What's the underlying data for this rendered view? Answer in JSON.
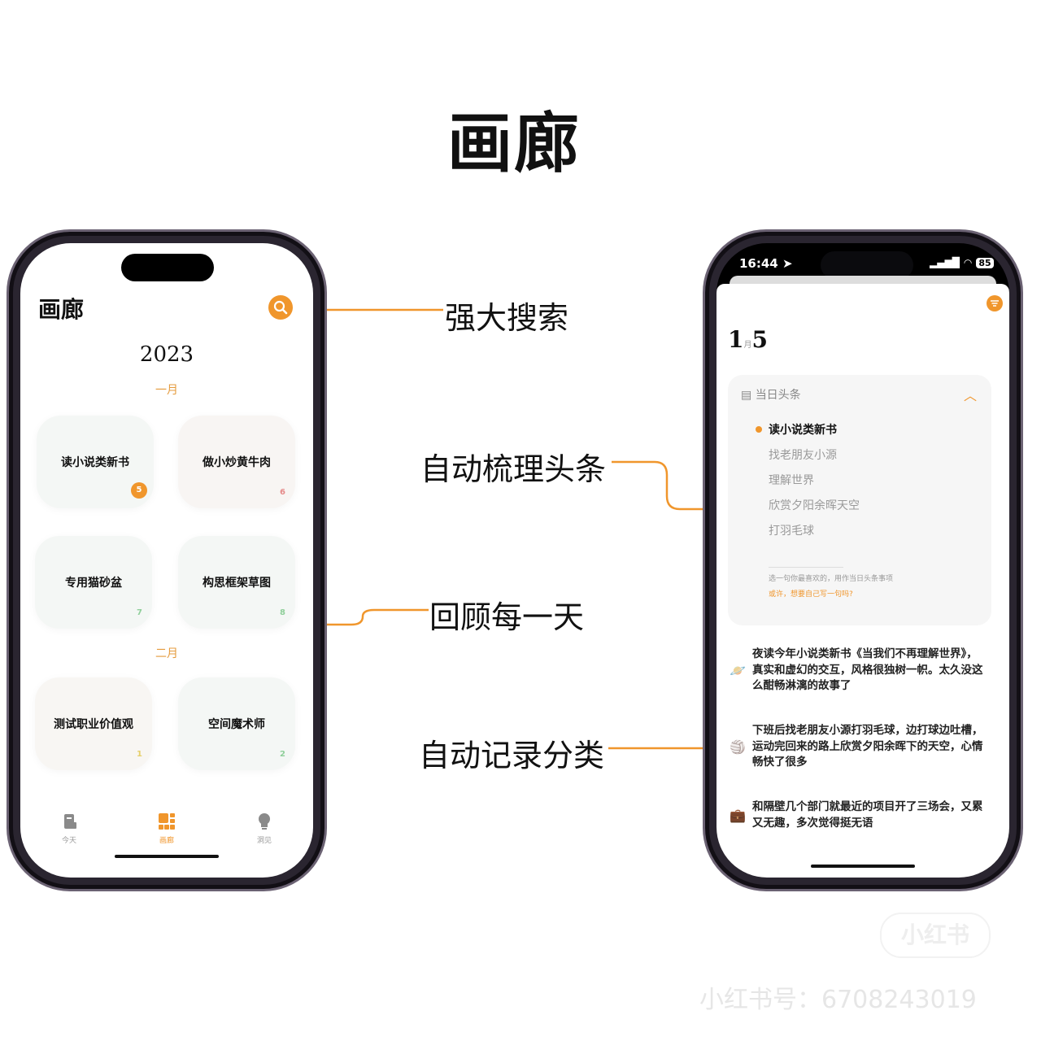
{
  "page_title": "画廊",
  "callouts": [
    "强大搜索",
    "自动梳理头条",
    "回顾每一天",
    "自动记录分类"
  ],
  "accent_color": "#f0962c",
  "left_phone": {
    "header_title": "画廊",
    "search_icon": "search-icon",
    "year": "2023",
    "months": [
      {
        "label": "一月",
        "cards": [
          {
            "title": "读小说类新书",
            "day": "5",
            "highlight": true,
            "day_color": "#ffffff"
          },
          {
            "title": "做小炒黄牛肉",
            "day": "6",
            "day_color": "#e58a8a"
          },
          {
            "title": "专用猫砂盆",
            "day": "7",
            "day_color": "#8fcf9a"
          },
          {
            "title": "构思框架草图",
            "day": "8",
            "day_color": "#8fcf9a"
          }
        ]
      },
      {
        "label": "二月",
        "cards": [
          {
            "title": "测试职业价值观",
            "day": "1",
            "day_color": "#e6cf6a"
          },
          {
            "title": "空间魔术师",
            "day": "2",
            "day_color": "#8fcf9a"
          }
        ]
      }
    ],
    "tabs": [
      {
        "label": "今天",
        "icon": "scroll-icon"
      },
      {
        "label": "画廊",
        "icon": "gallery-icon",
        "active": true
      },
      {
        "label": "洞见",
        "icon": "lightbulb-icon"
      }
    ]
  },
  "right_phone": {
    "status": {
      "time": "16:44",
      "battery": "85"
    },
    "date": {
      "month": "1",
      "month_unit": "月",
      "day": "5"
    },
    "headline_panel": {
      "title": "当日头条",
      "items": [
        "读小说类新书",
        "找老朋友小源",
        "理解世界",
        "欣赏夕阳余晖天空",
        "打羽毛球"
      ],
      "hint": "选一句你最喜欢的，用作当日头条事项",
      "write_own": "或许，想要自己写一句吗?"
    },
    "entries": [
      {
        "icon": "🪐",
        "text": "夜读今年小说类新书《当我们不再理解世界》，真实和虚幻的交互，风格很独树一帜。太久没这么酣畅淋漓的故事了"
      },
      {
        "icon": "🏐",
        "text": "下班后找老朋友小源打羽毛球，边打球边吐槽，运动完回来的路上欣赏夕阳余晖下的天空，心情畅快了很多"
      },
      {
        "icon": "💼",
        "text": "和隔壁几个部门就最近的项目开了三场会，又累又无趣，多次觉得挺无语"
      }
    ]
  },
  "watermark": {
    "logo": "小红书",
    "id_text": "小红书号：6708243019"
  }
}
